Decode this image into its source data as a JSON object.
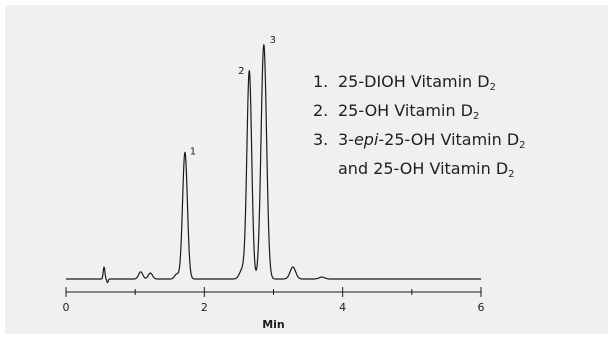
{
  "colors": {
    "panel": "#eef0f2",
    "trace": "#1a1a1a",
    "text": "#1f1f1f"
  },
  "chart_data": {
    "type": "line",
    "title": "",
    "xlabel": "Min",
    "ylabel": "",
    "xlim": [
      0,
      6
    ],
    "xticks": [
      {
        "value": 0,
        "label": "0"
      },
      {
        "value": 2,
        "label": "2"
      },
      {
        "value": 4,
        "label": "4"
      },
      {
        "value": 6,
        "label": "6"
      }
    ],
    "minor_ticks": [
      1,
      3,
      5
    ],
    "baseline": 0.02,
    "peaks": [
      {
        "label": "1",
        "rt": 1.72,
        "height": 0.53,
        "width": 0.035
      },
      {
        "label": "2",
        "rt": 2.65,
        "height": 0.87,
        "width": 0.035
      },
      {
        "label": "3",
        "rt": 2.86,
        "height": 0.98,
        "width": 0.04
      }
    ],
    "minor_features": [
      {
        "rt": 0.55,
        "height": 0.05,
        "width": 0.012
      },
      {
        "rt": 0.6,
        "height": -0.015,
        "width": 0.01
      },
      {
        "rt": 1.08,
        "height": 0.03,
        "width": 0.03
      },
      {
        "rt": 1.22,
        "height": 0.025,
        "width": 0.03
      },
      {
        "rt": 1.6,
        "height": 0.02,
        "width": 0.03
      },
      {
        "rt": 2.55,
        "height": 0.04,
        "width": 0.04
      },
      {
        "rt": 3.28,
        "height": 0.05,
        "width": 0.04
      },
      {
        "rt": 3.7,
        "height": 0.008,
        "width": 0.04
      }
    ],
    "legend": {
      "items": [
        {
          "num": "1.",
          "lines": [
            {
              "pre": "25-DIOH Vitamin D",
              "sub": "2"
            }
          ]
        },
        {
          "num": "2.",
          "lines": [
            {
              "pre": "25-OH Vitamin D",
              "sub": "2"
            }
          ]
        },
        {
          "num": "3.",
          "lines": [
            {
              "pre": "3-",
              "em": "epi",
              "post": "-25-OH Vitamin D",
              "sub": "2"
            },
            {
              "pre": "and 25-OH Vitamin D",
              "sub": "2"
            }
          ]
        }
      ]
    }
  }
}
